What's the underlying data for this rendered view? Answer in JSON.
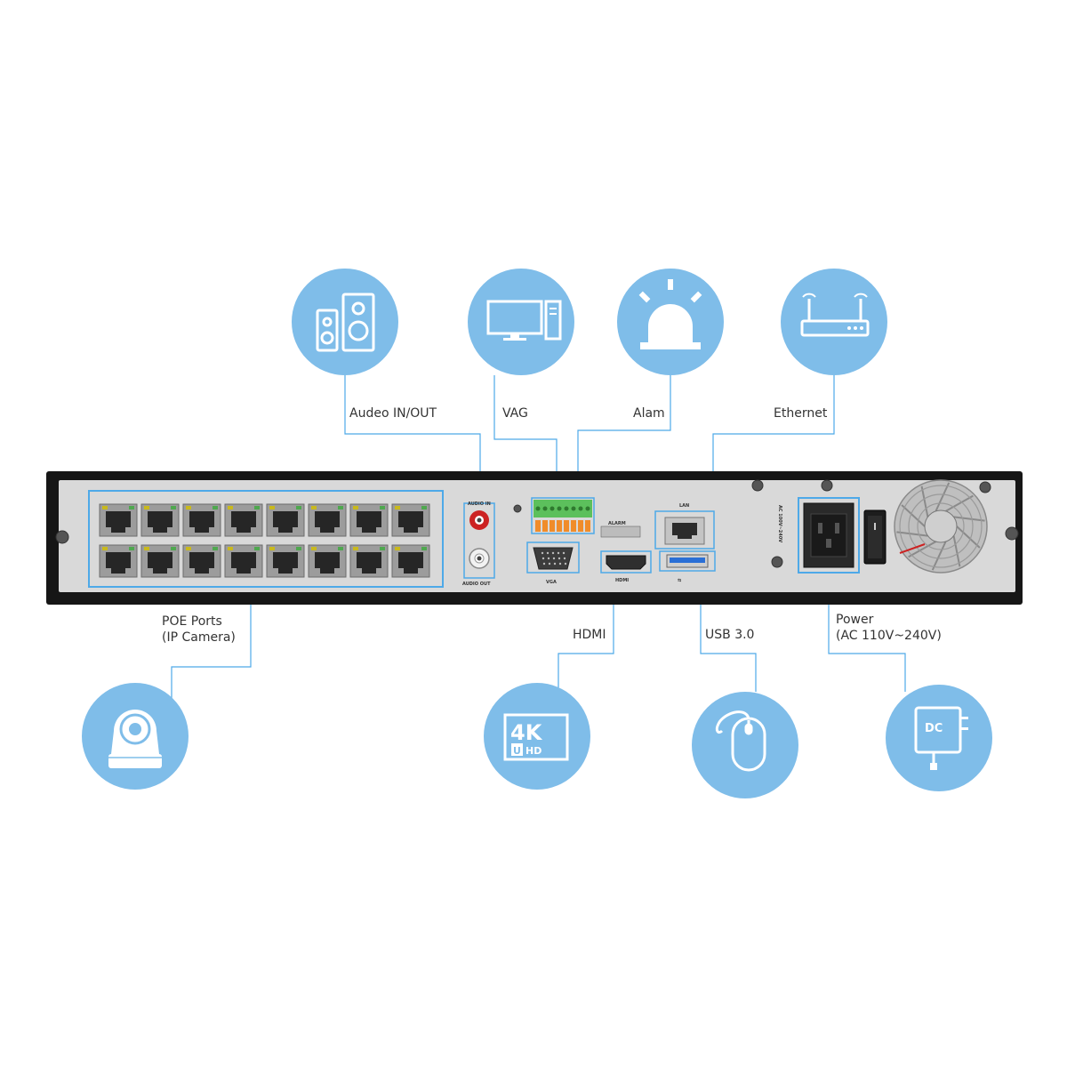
{
  "colors": {
    "accent": "#4ea9e8",
    "circle": "#7fbde9",
    "frame": "#161616",
    "panel": "#d9d9d9",
    "text": "#333333",
    "green_terminal": "#5cc05c",
    "orange_terminal": "#f08c2a",
    "usb_blue": "#2a6fd6",
    "red_jack": "#cc2222"
  },
  "callouts": {
    "audio": {
      "label": "Audeo IN/OUT",
      "icon": "speakers-icon"
    },
    "vga": {
      "label": "VAG",
      "icon": "monitor-pc-icon"
    },
    "alarm": {
      "label": "Alam",
      "icon": "alarm-siren-icon"
    },
    "ethernet": {
      "label": "Ethernet",
      "icon": "router-icon"
    },
    "poe": {
      "label_line1": "POE Ports",
      "label_line2": "(IP Camera)",
      "icon": "ip-camera-icon"
    },
    "hdmi": {
      "label": "HDMI",
      "icon": "4k-uhd-icon"
    },
    "usb": {
      "label": "USB 3.0",
      "icon": "mouse-icon"
    },
    "power": {
      "label_line1": "Power",
      "label_line2": "(AC 110V~240V)",
      "icon": "dc-adapter-icon"
    }
  },
  "badges": {
    "uhd_4k": "4K",
    "uhd_u": "U",
    "uhd_hd": "HD",
    "dc": "DC"
  },
  "panel_text": {
    "audio_in": "AUDIO IN",
    "audio_out": "AUDIO OUT",
    "alarm": "ALARM",
    "vga": "VGA",
    "hdmi": "HDMI",
    "lan": "LAN",
    "power_rating": "AC 100V~240V"
  },
  "poe": {
    "ports_per_row": 8,
    "rows": 2
  }
}
